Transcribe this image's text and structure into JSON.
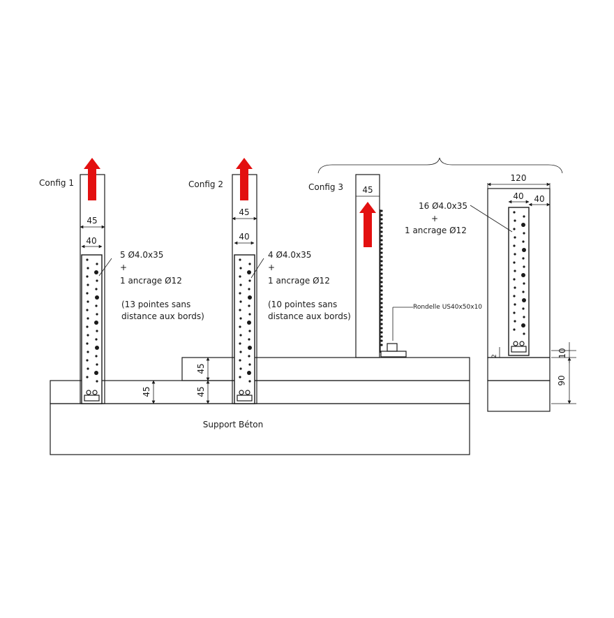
{
  "configs": [
    {
      "label": "Config 1",
      "dim_post": "45",
      "dim_plate": "40",
      "note_line1": "5 Ø4.0x35",
      "note_line2": "+",
      "note_line3": "1 ancrage Ø12",
      "note_line4": "(13 pointes sans",
      "note_line5": "distance aux bords)",
      "dim_height": "45"
    },
    {
      "label": "Config 2",
      "dim_post": "45",
      "dim_plate": "40",
      "note_line1": "4 Ø4.0x35",
      "note_line2": "+",
      "note_line3": "1 ancrage Ø12",
      "note_line4": "(10 pointes sans",
      "note_line5": "distance aux bords)",
      "dim_height_top": "45",
      "dim_height_bottom": "45"
    },
    {
      "label": "Config 3",
      "dim_post": "45",
      "washer_label": "Rondelle US40x50x10"
    }
  ],
  "section": {
    "dim_total": "120",
    "dim_plate": "40",
    "dim_side": "40",
    "note_line1": "16 Ø4.0x35",
    "note_line2": "+",
    "note_line3": "1 ancrage Ø12",
    "dim_10": "10",
    "dim_2": "2",
    "dim_90": "90"
  },
  "support_label": "Support Béton",
  "colors": {
    "arrow": "#e31010",
    "line": "#1a1a1a"
  }
}
